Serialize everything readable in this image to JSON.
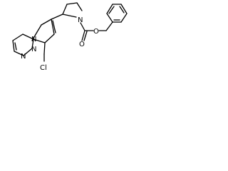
{
  "molecule": {
    "atoms": {
      "n_pyrimidine": "N",
      "n_bridge": "N",
      "n_pyrazole": "N",
      "n_pyrrolidine": "N",
      "o_carbonyl": "O",
      "o_ester": "O",
      "chlorine": "Cl"
    }
  }
}
